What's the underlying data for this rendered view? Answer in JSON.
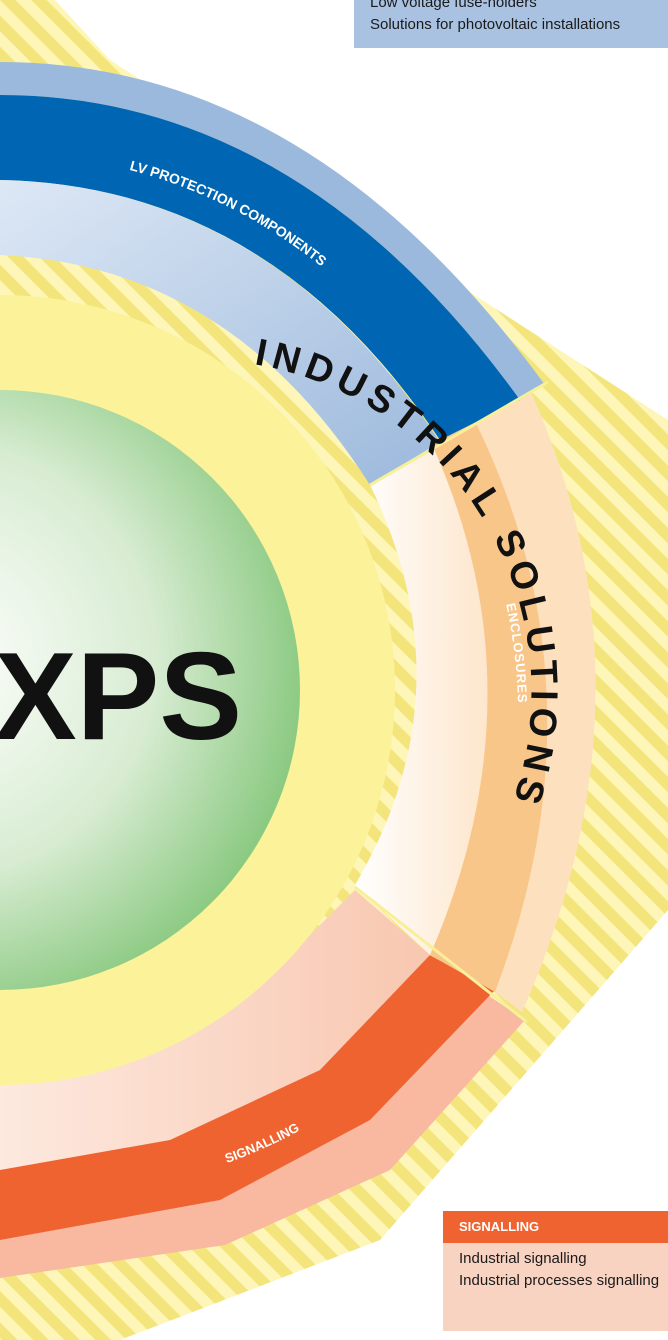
{
  "brand": {
    "logo_text": "XPS"
  },
  "ring_labels": {
    "lv_protection": "LV PROTECTION COMPONENTS",
    "enclosures": "ENCLOSURES",
    "signalling": "SIGNALLING",
    "core": "INDUSTRIAL SOLUTIONS"
  },
  "top_box": {
    "lines": [
      "Low voltage fuse-holders",
      "Solutions for photovoltaic installations"
    ]
  },
  "signalling_box": {
    "title": "SIGNALLING",
    "lines": [
      "Industrial signalling",
      "Industrial processes signalling"
    ]
  },
  "colors": {
    "stripe_light": "#fdf6b8",
    "stripe_dark": "#f3e57b",
    "lv_dark": "#0066b3",
    "lv_light": "#a9c2e2",
    "enclosures_mid": "#f9c68a",
    "enclosures_light": "#fde1bf",
    "signalling_dark": "#ef6331",
    "signalling_light": "#f9b8a0",
    "core_green": "#8fca84"
  }
}
